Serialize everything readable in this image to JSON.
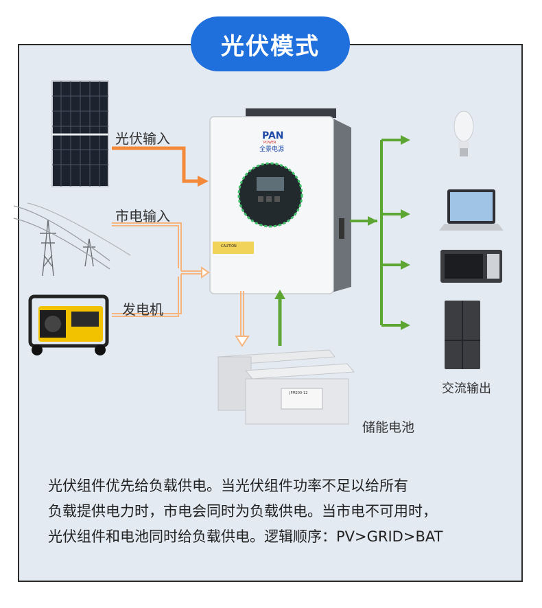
{
  "title": "光伏模式",
  "labels": {
    "pv_input": "光伏输入",
    "grid_input": "市电输入",
    "generator": "发电机",
    "battery": "储能电池",
    "ac_output": "交流输出"
  },
  "inverter": {
    "brand": "PAN",
    "brand_sub": "POWER",
    "brand_cn": "全景电源",
    "caution": "CAUTION"
  },
  "battery_model": "JFM200-12",
  "description": [
    "光伏组件优先给负载供电。当光伏组件功率不足以给所有",
    "负载提供电力时，市电会同时为负载供电。当市电不可用时，",
    "光伏组件和电池同时给负载供电。逻辑顺序：PV>GRID>BAT"
  ],
  "colors": {
    "title_bg": "#1f6fdd",
    "pv_arrow": "#f5893a",
    "grid_arrow": "#f7b47d",
    "output_arrow": "#5ea634",
    "panel_bg": "#e4eaf2"
  }
}
